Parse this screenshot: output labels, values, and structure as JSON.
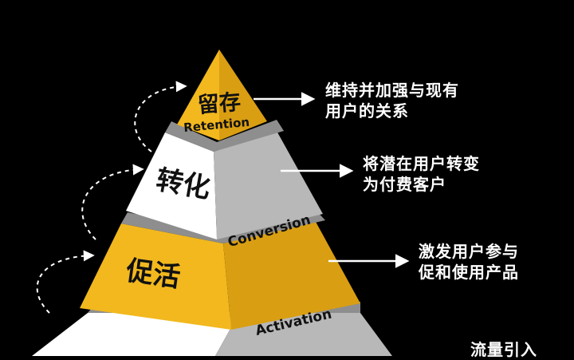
{
  "colors": {
    "background": "#000000",
    "yellow": "#F2B81E",
    "yellow_dark": "#D99E12",
    "white": "#FFFFFF",
    "gray": "#B8B8B8",
    "shadow": "#8E8E8E",
    "text_dark": "#111111"
  },
  "layers": [
    {
      "cn": "留存",
      "en": "Retention",
      "desc": [
        "维持并加强与现有",
        "用户的关系"
      ]
    },
    {
      "cn": "转化",
      "en": "Conversion",
      "desc": [
        "将潜在用户转变",
        "为付费客户"
      ]
    },
    {
      "cn": "促活",
      "en": "Activation",
      "desc": [
        "激发用户参与",
        "促和使用产品"
      ]
    },
    {
      "cn": "",
      "en": "",
      "desc": [
        "流量引入"
      ]
    }
  ]
}
